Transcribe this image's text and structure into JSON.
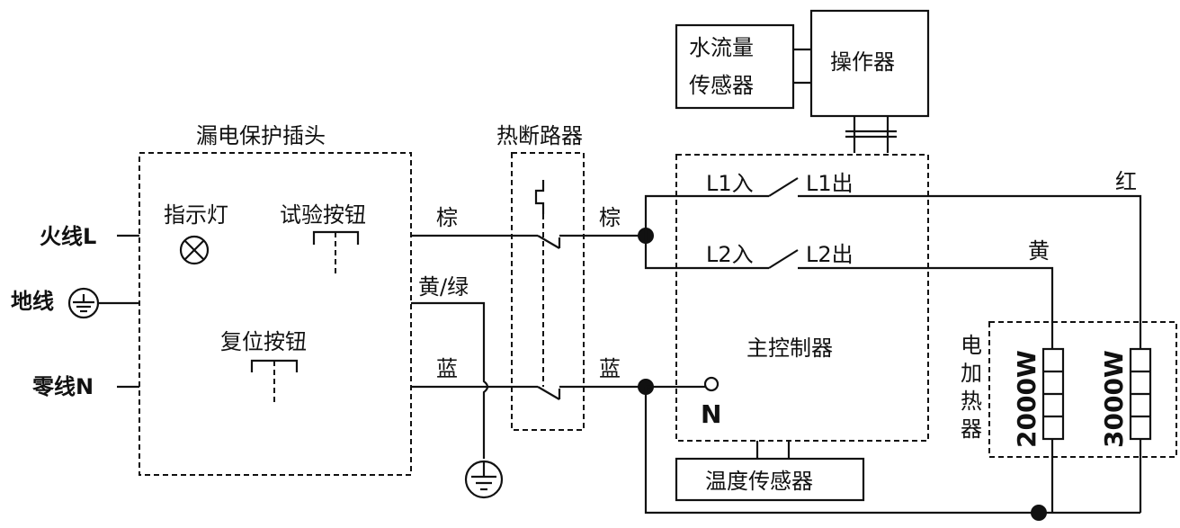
{
  "inputs": {
    "live": "火线L",
    "earth": "地线",
    "neutral": "零线N"
  },
  "leakage_plug": {
    "title": "漏电保护插头",
    "indicator": "指示灯",
    "test_button": "试验按钮",
    "reset_button": "复位按钮"
  },
  "wires": {
    "brown_in": "棕",
    "yellow_green": "黄/绿",
    "blue_in": "蓝",
    "brown_out": "棕",
    "blue_out": "蓝",
    "red": "红",
    "yellow": "黄"
  },
  "thermal_breaker": {
    "title": "热断路器"
  },
  "flow_sensor": {
    "line1": "水流量",
    "line2": "传感器"
  },
  "operator": {
    "label": "操作器"
  },
  "controller": {
    "title": "主控制器",
    "l1_in": "L1入",
    "l1_out": "L1出",
    "l2_in": "L2入",
    "l2_out": "L2出",
    "neutral": "N"
  },
  "temp_sensor": {
    "label": "温度传感器"
  },
  "heater": {
    "title_chars": [
      "电",
      "加",
      "热",
      "器"
    ],
    "element1": "2000W",
    "element2": "3000W"
  }
}
